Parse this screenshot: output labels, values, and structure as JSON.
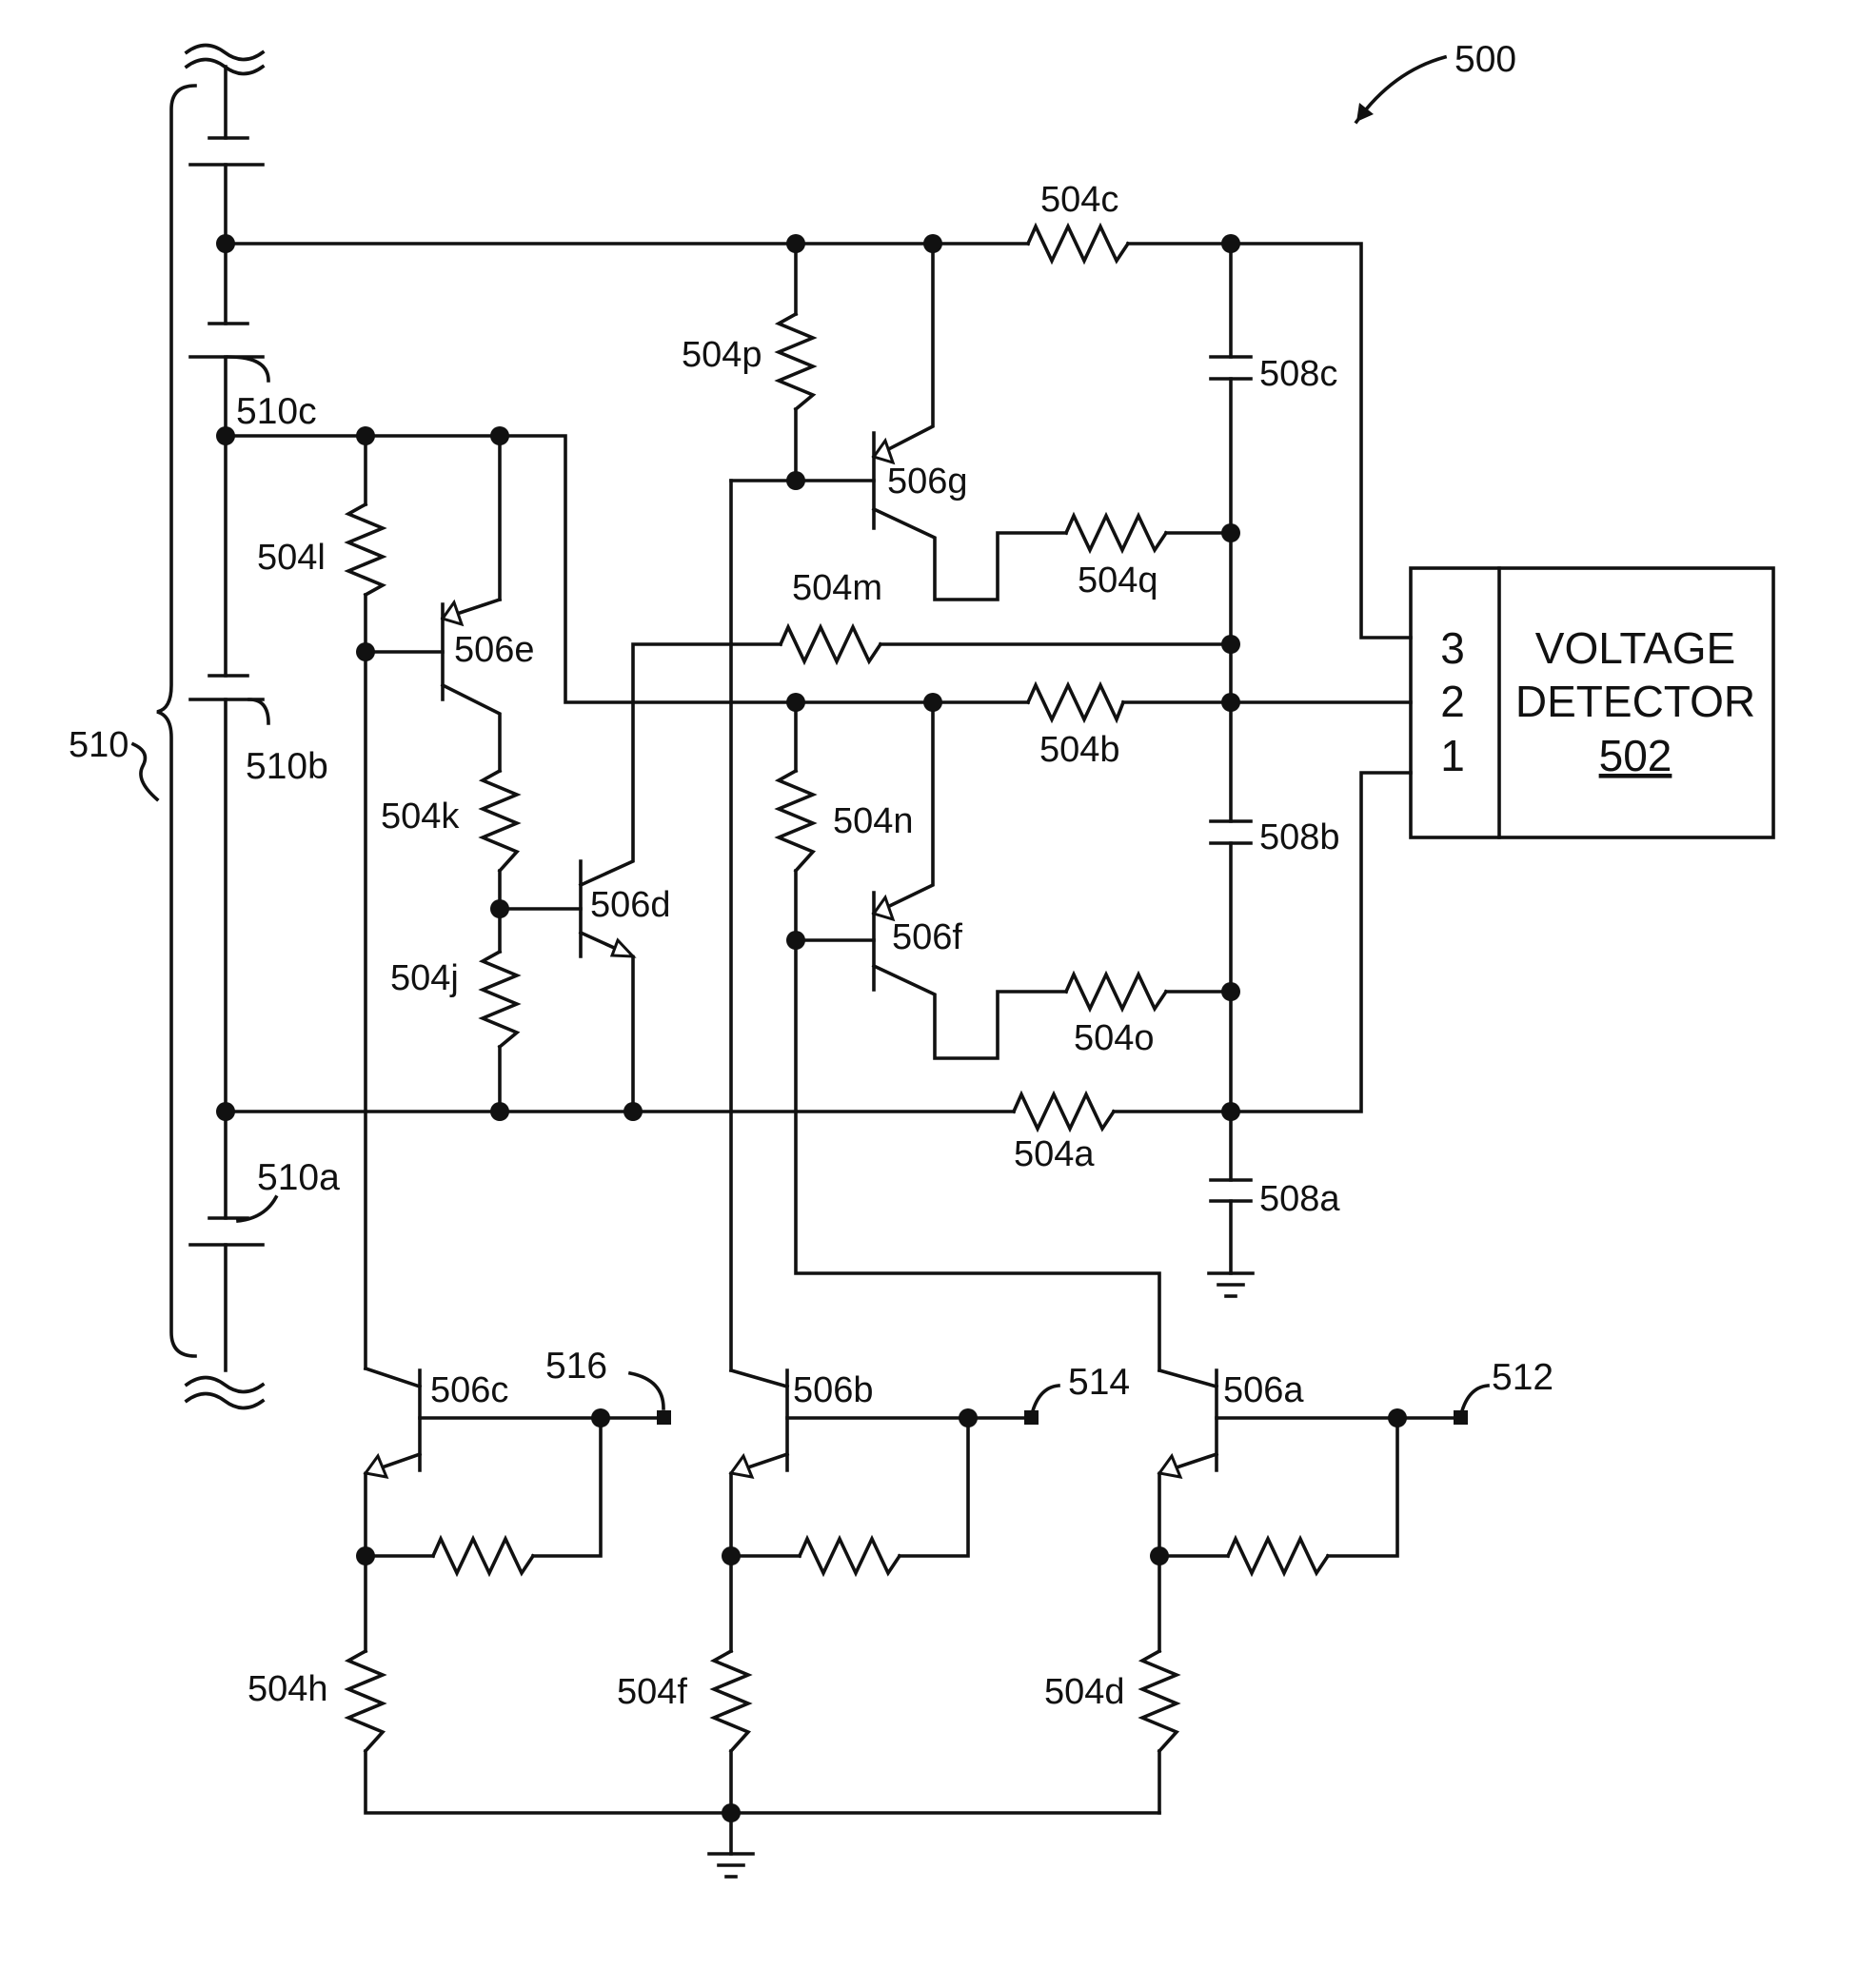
{
  "figure": {
    "ref": "500",
    "battery": {
      "label": "510",
      "cells": [
        "510a",
        "510b",
        "510c"
      ]
    },
    "detector": {
      "line1": "VOLTAGE",
      "line2": "DETECTOR",
      "ref": "502",
      "pins": [
        "3",
        "2",
        "1"
      ]
    },
    "resistors": [
      "504a",
      "504b",
      "504c",
      "504d",
      "504f",
      "504h",
      "504j",
      "504k",
      "504l",
      "504m",
      "504n",
      "504o",
      "504p",
      "504q"
    ],
    "capacitors": [
      "508a",
      "508b",
      "508c"
    ],
    "transistors": [
      "506a",
      "506b",
      "506c",
      "506d",
      "506e",
      "506f",
      "506g"
    ],
    "outputs": [
      "512",
      "514",
      "516"
    ]
  }
}
